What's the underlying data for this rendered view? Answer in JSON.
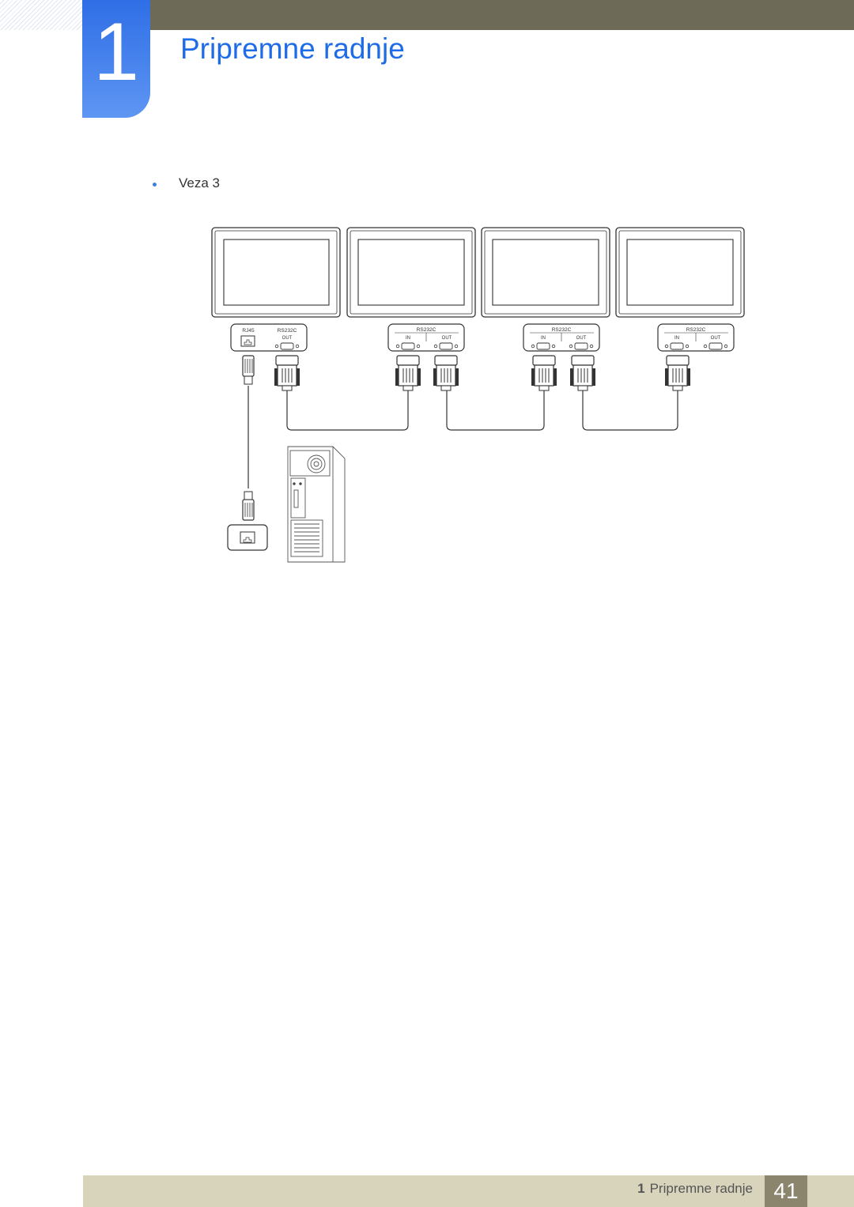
{
  "header": {
    "chapter_number": "1",
    "chapter_title": "Pripremne radnje"
  },
  "content": {
    "bullet": "Veza 3"
  },
  "diagram": {
    "display_ports": [
      {
        "rs232c": "RS232C",
        "rj45": "RJ45",
        "out": "OUT"
      },
      {
        "rs232c": "RS232C",
        "in": "IN",
        "out": "OUT"
      },
      {
        "rs232c": "RS232C",
        "in": "IN",
        "out": "OUT"
      },
      {
        "rs232c": "RS232C",
        "in": "IN",
        "out": "OUT"
      }
    ]
  },
  "footer": {
    "chapter_number": "1",
    "chapter_title": "Pripremne radnje",
    "page_number": "41"
  },
  "colors": {
    "accent_blue": "#1f6ce8",
    "header_bar": "#6d6b58",
    "footer_band": "#d8d4bc",
    "page_box": "#8a856c"
  }
}
